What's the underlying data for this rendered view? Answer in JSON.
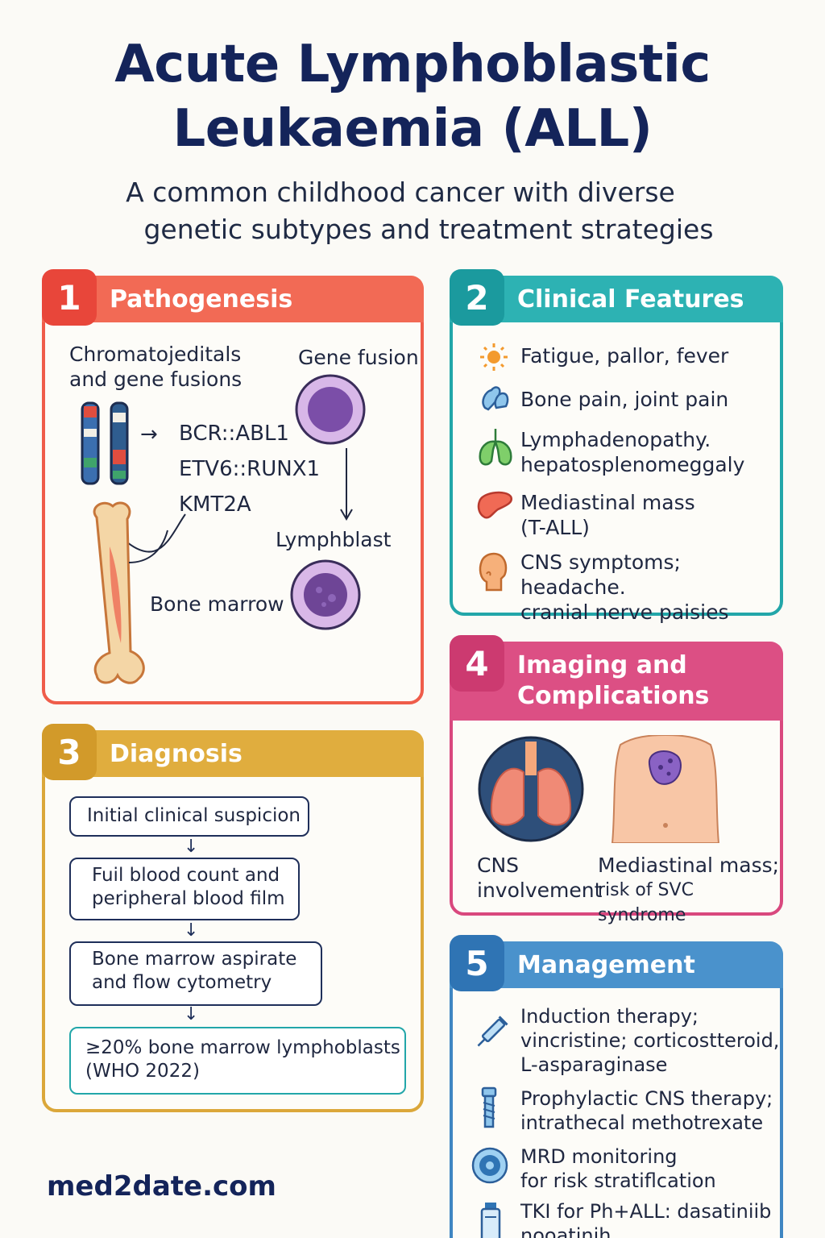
{
  "title_line1": "Acute Lymphoblastic",
  "title_line2": "Leukaemia (ALL)",
  "subtitle_line1": "A common childhood cancer with diverse",
  "subtitle_line2": "genetic subtypes and treatment strategies",
  "colors": {
    "pathogenesis": "#ef5c4a",
    "clinical": "#22a6a9",
    "diagnosis": "#dba73a",
    "imaging": "#d9487e",
    "management": "#3f86c2"
  },
  "pathogenesis": {
    "num": "1",
    "title": "Pathogenesis",
    "intro_line1": "Chromatojeditals",
    "intro_line2": "and gene fusions",
    "gene_fusion_label": "Gene fusion",
    "fusions": [
      "BCR::ABL1",
      "ETV6::RUNX1",
      "KMT2A"
    ],
    "arrow": "→",
    "lymphoblast_label": "Lymphblast",
    "bone_marrow_label": "Bone marrow"
  },
  "clinical": {
    "num": "2",
    "title": "Clinical Features",
    "items": [
      {
        "icon": "sun-icon",
        "line1": "Fatigue, pallor, fever",
        "line2": ""
      },
      {
        "icon": "bone-joint-icon",
        "line1": "Bone pain, joint pain",
        "line2": ""
      },
      {
        "icon": "lymph-node-icon",
        "line1": "Lymphadenopathy.",
        "line2": "hepatosplenomeggaly"
      },
      {
        "icon": "liver-icon",
        "line1": "Mediastinal mass",
        "line2": "(T-ALL)"
      },
      {
        "icon": "head-icon",
        "line1": "CNS symptoms; headache.",
        "line2": "cranial nerve paisies"
      }
    ]
  },
  "diagnosis": {
    "num": "3",
    "title": "Diagnosis",
    "steps": [
      {
        "line1": "Initial clinical suspicion",
        "line2": ""
      },
      {
        "line1": "Fuil blood count and",
        "line2": "peripheral  blood film"
      },
      {
        "line1": "Bone marrow aspirate",
        "line2": "and flow cytometry"
      },
      {
        "line1": "≥20% bone marrow lymphoblasts",
        "line2": "(WHO 2022)"
      }
    ],
    "arrow": "↓"
  },
  "imaging": {
    "num": "4",
    "title_line1": "Imaging and",
    "title_line2": "Complications",
    "left_line1": "CNS",
    "left_line2": "involvement",
    "right_line1": "Mediastinal mass;",
    "right_line2": "risk of SVC syndrome"
  },
  "management": {
    "num": "5",
    "title": "Management",
    "items": [
      {
        "icon": "syringe-icon",
        "lines": [
          "Induction therapy;",
          "vincristine; corticostteroid,",
          "L-asparaginase"
        ]
      },
      {
        "icon": "screw-icon",
        "lines": [
          "Prophylactic CNS therapy;",
          "intrathecal methotrexate"
        ]
      },
      {
        "icon": "target-cell-icon",
        "lines": [
          "MRD monitoring",
          "for risk stratiflcation"
        ]
      },
      {
        "icon": "vial-icon",
        "lines": [
          "TKI for Ph+ALL: dasatiniib",
          "nooatinih"
        ]
      }
    ]
  },
  "footer": "med2date.com"
}
